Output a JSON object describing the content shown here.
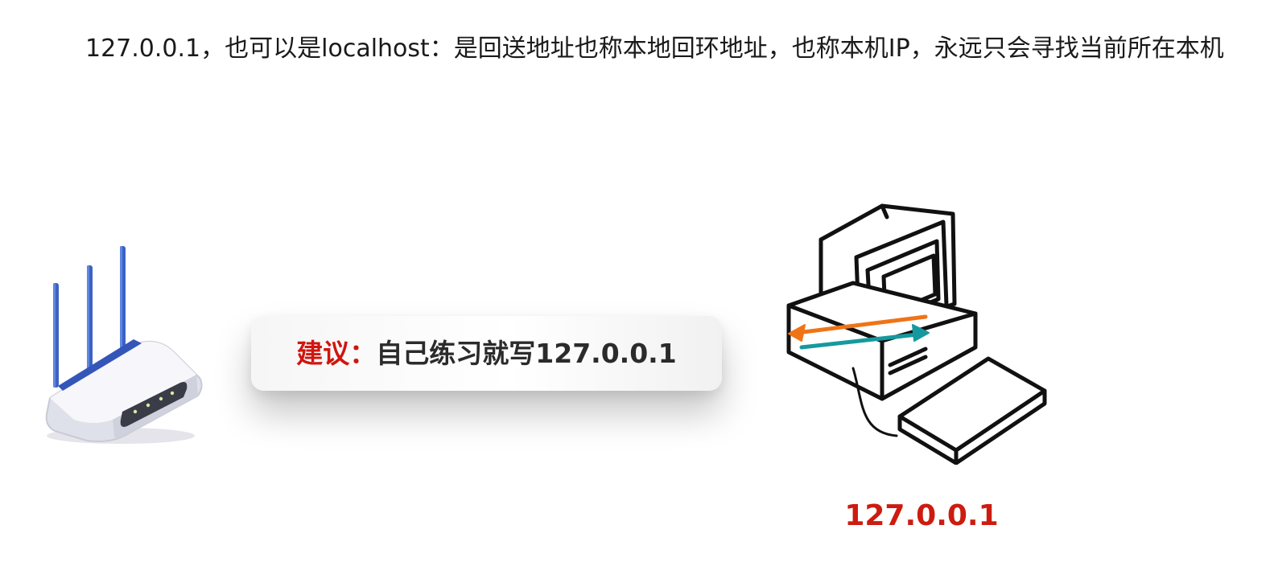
{
  "header": {
    "text": "127.0.0.1，也可以是localhost：是回送地址也称本地回环地址，也称本机IP，永远只会寻找当前所在本机"
  },
  "tip": {
    "label": "建议：",
    "text": "自己练习就写127.0.0.1"
  },
  "computer": {
    "ip_label": "127.0.0.1"
  },
  "colors": {
    "tip_label": "#d0160f",
    "ip_label": "#cc1c10",
    "router_antenna": "#3b63c4",
    "arrow_out": "#ef7416",
    "arrow_in": "#16999e"
  },
  "icons": {
    "router": "wifi-router-icon",
    "computer": "desktop-computer-icon"
  }
}
